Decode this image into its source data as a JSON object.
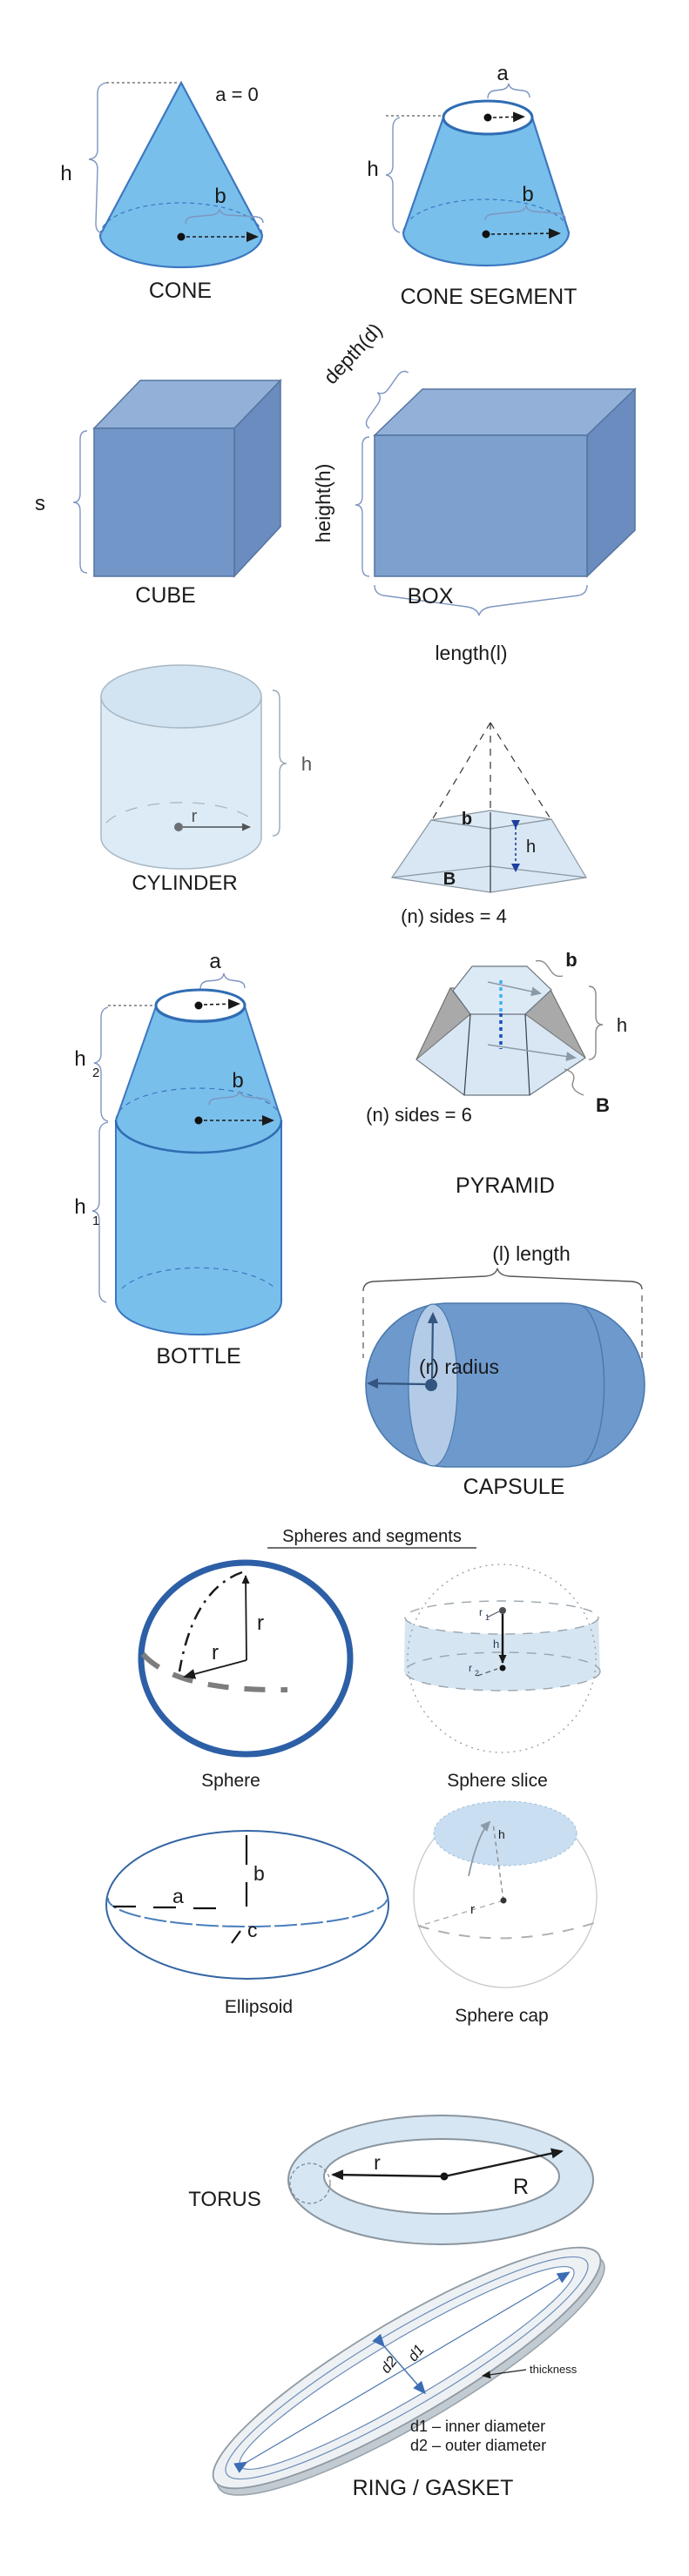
{
  "palette": {
    "shape_blue": "#79bfec",
    "shape_blue_stroke": "#3c78c0",
    "steel_front": "#7396c8",
    "steel_top": "#92b0d8",
    "steel_side": "#6a8cbf",
    "steel_stroke": "#55749f",
    "pale_blue": "#d9e7f4",
    "pale_top": "#dceaf6",
    "pale_stroke": "#8a97a2",
    "cylinder_fill": "#dcebf6",
    "sphere_stroke": "#2d5fa6",
    "band_blue": "#d5e5f2",
    "capsule_blue": "#6e99cd",
    "capsule_stroke": "#4b79ad",
    "capsule_section": "#b9cfe8",
    "torus_fill": "#d6e6f3",
    "ring_fill": "#eef1f4",
    "ring_edge": "#c3cbd2",
    "navy_arrow": "#1f3f9f",
    "blue_arrow": "#4a76ad",
    "gray_arrow": "#8a9aa8",
    "brace_blue": "#7d96c0",
    "dash_gray": "#7d7d7d"
  },
  "figures": {
    "cone": {
      "title": "CONE",
      "a": "a = 0",
      "h": "h",
      "b": "b"
    },
    "cone_segment": {
      "title": "CONE SEGMENT",
      "a": "a",
      "h": "h",
      "b": "b"
    },
    "cube": {
      "title": "CUBE",
      "s": "s"
    },
    "box": {
      "title": "BOX",
      "depth": "depth(d)",
      "height": "height(h)",
      "length": "length(l)"
    },
    "cylinder": {
      "title": "CYLINDER",
      "h": "h",
      "r": "r"
    },
    "pyramid4": {
      "caption": "(n) sides = 4",
      "b": "b",
      "B": "B",
      "h": "h"
    },
    "bottle": {
      "title": "BOTTLE",
      "a": "a",
      "h2": "h",
      "h2_sub": "2",
      "b": "b",
      "h1": "h",
      "h1_sub": "1"
    },
    "pyramid6": {
      "caption": "(n) sides = 6",
      "title": "PYRAMID",
      "b": "b",
      "h": "h",
      "B": "B"
    },
    "capsule": {
      "title": "CAPSULE",
      "length": "(l) length",
      "radius": "(r) radius"
    },
    "spheres": {
      "heading": "Spheres and segments",
      "sphere": {
        "label": "Sphere",
        "r_vertical": "r",
        "r_diagonal": "r"
      },
      "slice": {
        "label": "Sphere slice",
        "r1": "r",
        "r1_sub": "1",
        "h": "h",
        "r2": "r",
        "r2_sub": "2"
      },
      "ellipsoid": {
        "label": "Ellipsoid",
        "a": "a",
        "b": "b",
        "c": "c"
      },
      "cap": {
        "label": "Sphere cap",
        "h": "h",
        "r": "r"
      }
    },
    "torus": {
      "title": "TORUS",
      "r": "r",
      "R": "R"
    },
    "ring": {
      "title": "RING / GASKET",
      "d2": "d2",
      "d1": "d1",
      "thickness": "thickness",
      "legend_d1": "d1 – inner diameter",
      "legend_d2": "d2 – outer diameter"
    }
  }
}
